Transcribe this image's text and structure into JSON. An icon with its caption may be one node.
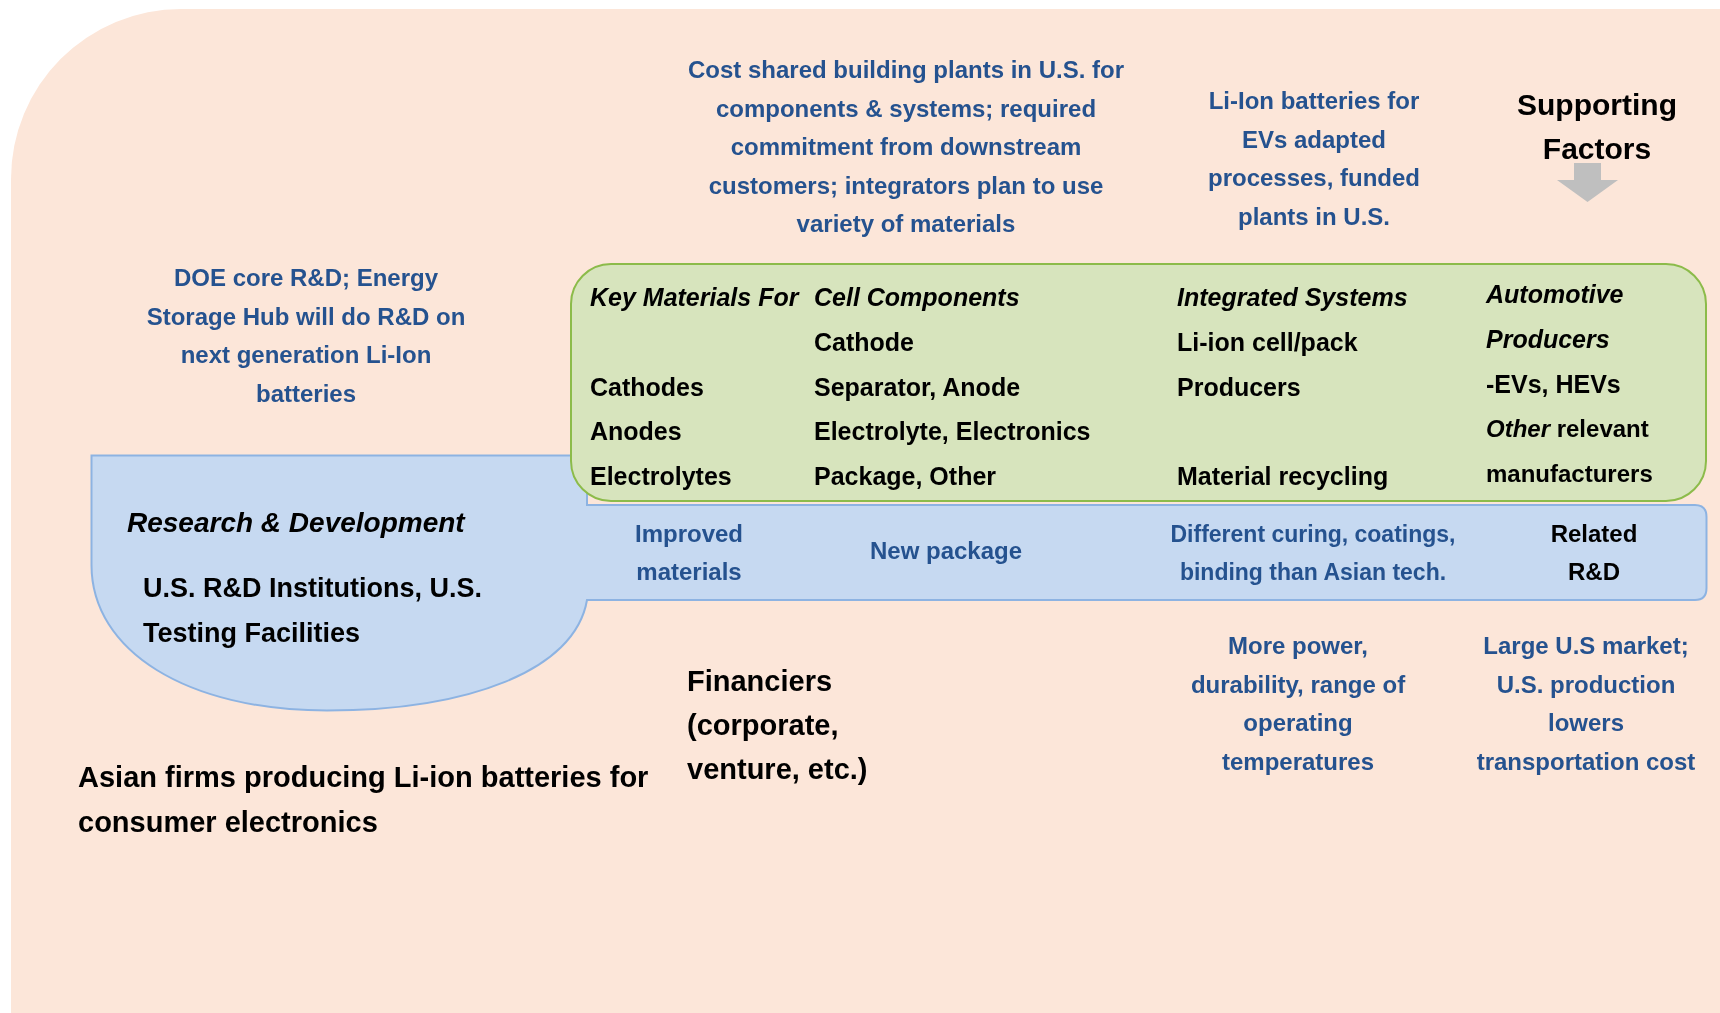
{
  "diagram": {
    "nodes": [
      {
        "text": [
          "Research & Development",
          "U.S. R&D Institutions, U.S. Testing Facilities",
          "Improved materials",
          "New package",
          "Different curing, coatings, binding than Asian tech.",
          "Related R&D"
        ]
      },
      {
        "text": [
          "Key Materials For",
          "Cathodes",
          "Anodes",
          "Electrolytes",
          "Cell Components",
          "Cathode",
          "Separator, Anode",
          "Electrolyte, Electronics",
          "Package, Other",
          "Integrated Systems",
          "Li-ion cell/pack Producers",
          "Material recycling",
          "Automotive Producers",
          "-EVs, HEVs",
          "*Other* relevant manufacturers"
        ]
      }
    ],
    "labels": [
      "Cost shared building plants in U.S. for components & systems; required commitment from downstream customers; integrators plan to use variety of materials",
      "Li-Ion batteries for EVs adapted processes, funded plants in U.S.",
      "Supporting Factors",
      "DOE core R&D; Energy Storage Hub will do R&D on next generation Li-Ion batteries",
      "Financiers (corporate, venture, etc.)",
      "More power, durability, range of operating temperatures",
      "Large U.S market; U.S. production lowers transportation cost",
      "Asian firms producing Li-ion batteries for consumer electronics"
    ]
  }
}
